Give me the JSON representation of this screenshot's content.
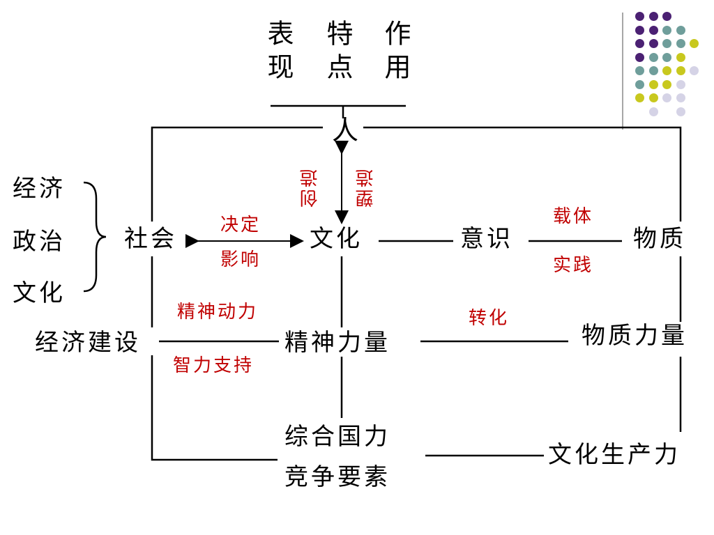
{
  "top_labels": [
    "作用",
    "特点",
    "表现"
  ],
  "nodes": {
    "ren": "人",
    "shehui": "社会",
    "wenhua": "文化",
    "yishi": "意识",
    "wuzhi": "物质",
    "jingji_jianshe": "经济建设",
    "jingshen_liliang": "精神力量",
    "wuzhi_liliang": "物质力量",
    "zonghe_guoli": "综合国力",
    "jingzheng_yaosu": "竞争要素",
    "wenhua_shengchanli": "文化生产力"
  },
  "brace_items": [
    "经济",
    "政治",
    "文化"
  ],
  "edge_labels": {
    "chuangzao": "创造",
    "suzao": "塑造",
    "jueding": "决定",
    "yingxiang": "影响",
    "zaiti": "载体",
    "shijian": "实践",
    "jingshen_dongli": "精神动力",
    "zhili_zhichi": "智力支持",
    "zhuanhua": "转化"
  },
  "colors": {
    "purple": "#4b2173",
    "teal": "#6f9e9b",
    "yellow": "#c8c81e",
    "lavender": "#d5d3e6",
    "red_text": "#c00000"
  }
}
